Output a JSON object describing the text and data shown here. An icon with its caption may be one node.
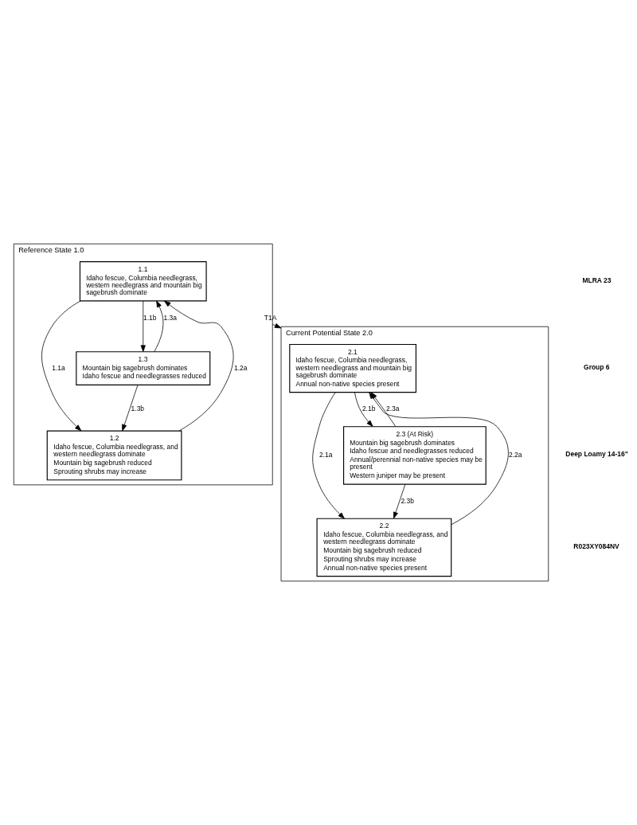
{
  "diagram": {
    "nodes": [
      {
        "text": [
          "Reference State 1.0"
        ]
      },
      {
        "text": [
          "1.1",
          "Idaho fescue, Columbia needlegrass, western needlegrass and mountain big sagebrush dominate"
        ],
        "in": 0
      },
      {
        "text": [
          "1.2",
          "Idaho fescue, Columbia needlegrass, and western needlegrass dominate",
          "Mountain big sagebrush reduced",
          "Sprouting shrubs may increase"
        ],
        "in": 0
      },
      {
        "text": [
          "1.3",
          "Mountain big sagebrush dominates",
          "Idaho fescue and needlegrasses reduced"
        ],
        "in": 0
      },
      {
        "text": [
          "Current Potential State 2.0"
        ]
      },
      {
        "text": [
          "2.1",
          "Idaho fescue, Columbia needlegrass, western needlegrass and mountain big sagebrush dominate",
          "Annual non-native species present"
        ],
        "in": 4
      },
      {
        "text": [
          "2.2",
          "Idaho fescue, Columbia needlegrass, and western needlegrass dominate",
          "Mountain big sagebrush reduced",
          "Sprouting shrubs may increase",
          "Annual non-native species present"
        ],
        "in": 4
      },
      {
        "text": [
          "2.3 (At Risk)",
          "Mountain big sagebrush dominates",
          "Idaho fescue and needlegrasses reduced",
          "Annual/perennial non-native species may be present",
          "Western juniper may be present"
        ],
        "in": 4
      }
    ],
    "edges": [
      {
        "from": 1,
        "to": 2,
        "arrow": "to",
        "label": "1.1a"
      },
      {
        "from": 2,
        "to": 1,
        "arrow": "to",
        "label": "1.2a"
      },
      {
        "from": 1,
        "to": 3,
        "arrow": "to",
        "label": "1.1b"
      },
      {
        "from": 3,
        "to": 1,
        "arrow": "to",
        "label": "1.3a"
      },
      {
        "from": 3,
        "to": 2,
        "arrow": "to",
        "label": "1.3b"
      },
      {
        "from": 0,
        "to": 4,
        "arrow": "to",
        "label": "T1A"
      },
      {
        "from": 5,
        "to": 6,
        "arrow": "to",
        "label": "2.1a"
      },
      {
        "from": 6,
        "to": 5,
        "arrow": "to",
        "label": "2.2a"
      },
      {
        "from": 5,
        "to": 7,
        "arrow": "to",
        "label": "2.1b"
      },
      {
        "from": 7,
        "to": 5,
        "arrow": "to",
        "label": "2.3a"
      },
      {
        "from": 7,
        "to": 6,
        "arrow": "to",
        "label": "2.3b"
      }
    ],
    "labels": [
      "MLRA 23",
      "Group 6",
      "Deep Loamy 14-16\"",
      "R023XY084NV"
    ]
  }
}
